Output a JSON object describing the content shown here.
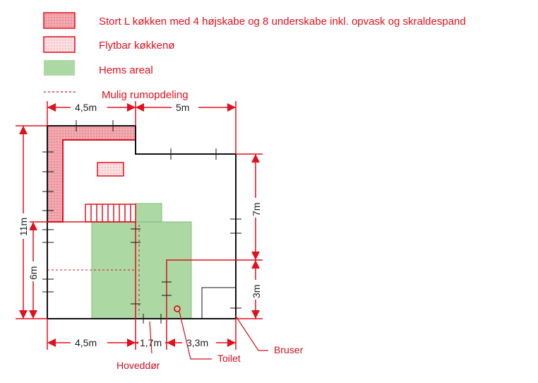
{
  "colors": {
    "red": "#e0101e",
    "wall": "#111111",
    "kitchen_fill": "#f0a8ae",
    "island_fill": "#f8d6d8",
    "loft_fill": "#acd8a4",
    "loft_stroke": "#7bbd72"
  },
  "legend": {
    "kitchen": "Stort L køkken med 4 højskabe og 8 underskabe inkl. opvask og skraldespand",
    "island": "Flytbar køkkenø",
    "loft": "Hems areal",
    "divider": "Mulig rumopdeling"
  },
  "dimensions": {
    "top_left": "4,5m",
    "top_right": "5m",
    "left_total": "11m",
    "left_lower": "6m",
    "right_upper": "7m",
    "right_lower": "3m",
    "bottom_left": "4,5m",
    "bottom_mid": "1,7m",
    "bottom_right": "3,3m"
  },
  "callouts": {
    "entrance": "Hoveddør",
    "toilet": "Toilet",
    "shower": "Bruser"
  }
}
